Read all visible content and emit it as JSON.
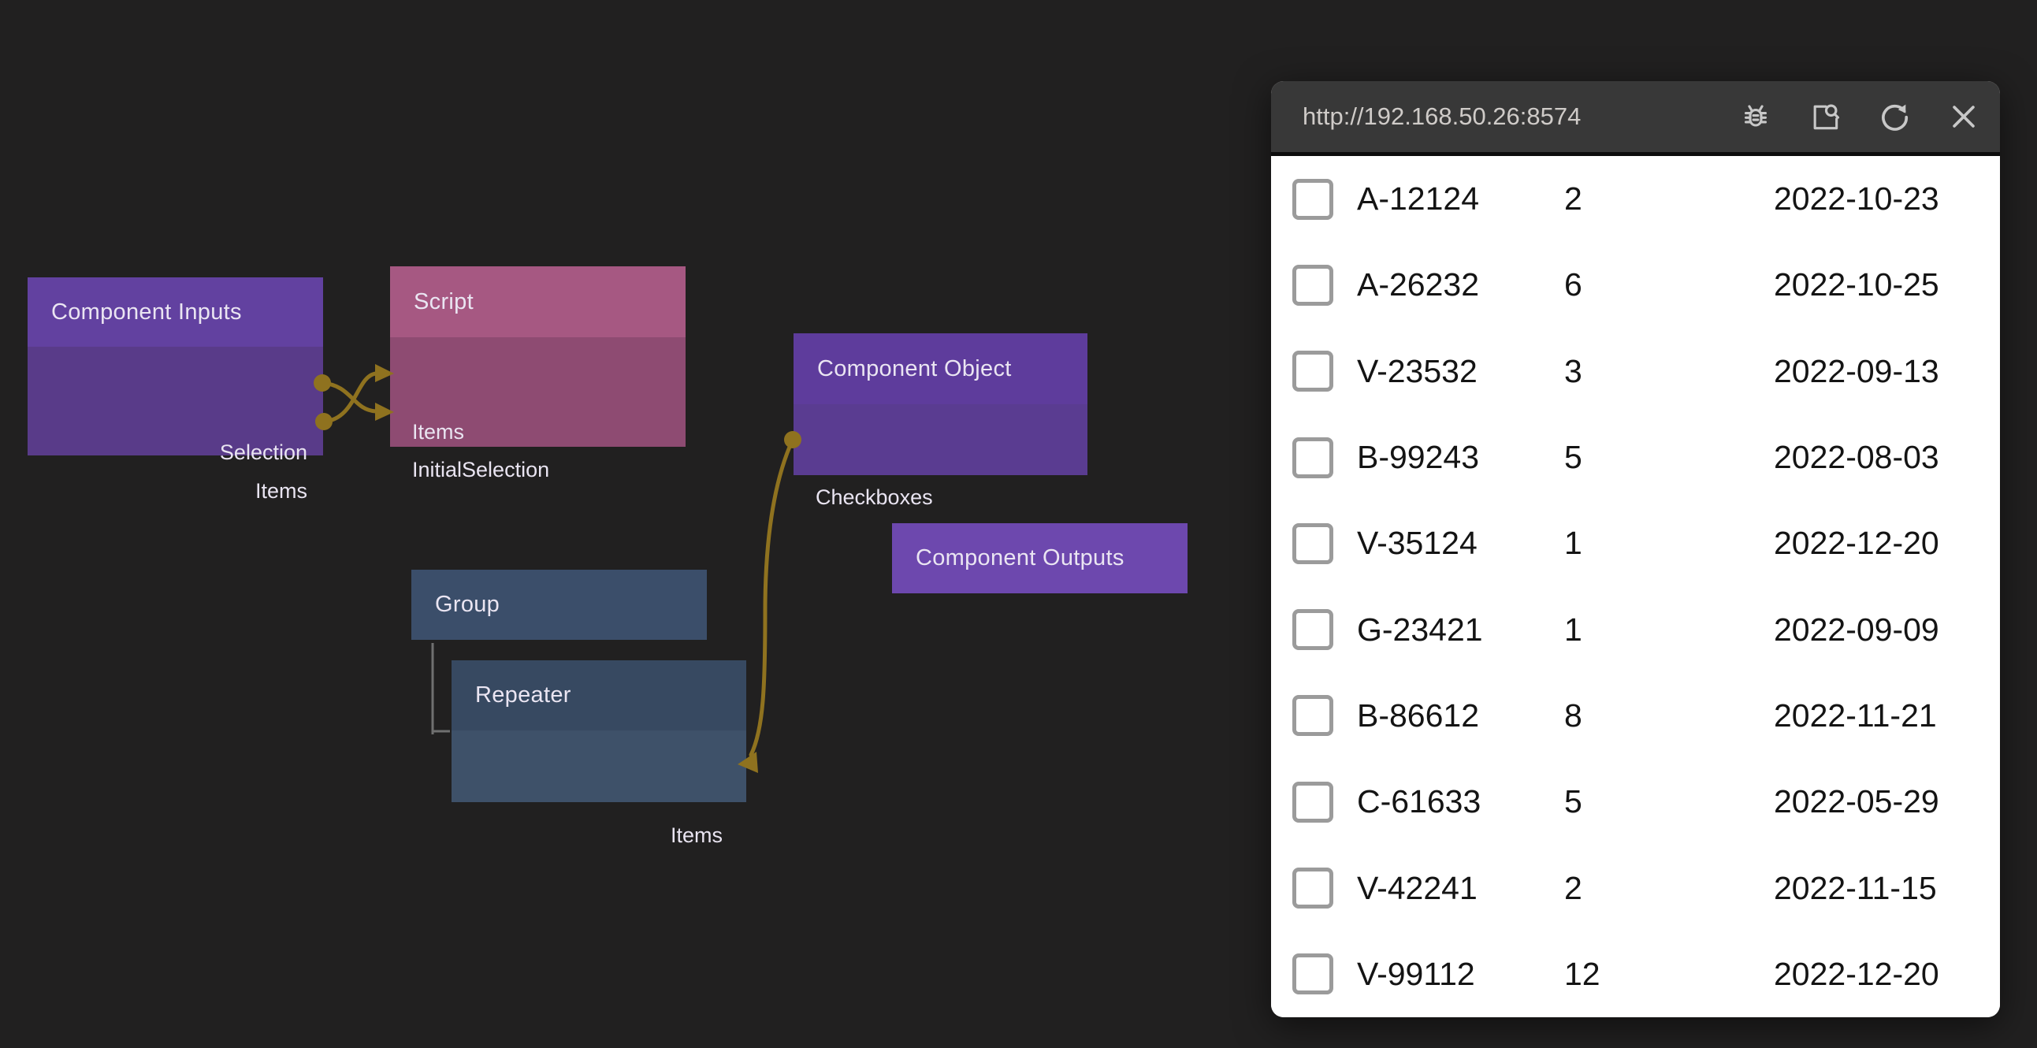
{
  "canvas": {
    "background_color": "#212020",
    "wire_color": "#8f721f",
    "nodes": [
      {
        "title": "Component Inputs",
        "title_color": "#6241a0",
        "body_color": "#593b89",
        "ports": [
          {
            "name": "Selection"
          },
          {
            "name": "Items"
          }
        ]
      },
      {
        "title": "Script",
        "title_color": "#a65882",
        "body_color": "#8e4b72",
        "ports": [
          {
            "name": "Items"
          },
          {
            "name": "InitialSelection"
          }
        ]
      },
      {
        "title": "Component Object",
        "title_color": "#5e3c9c",
        "body_color": "#5a3c91",
        "ports": [
          {
            "name": "Checkboxes"
          }
        ]
      },
      {
        "title": "Component Outputs",
        "title_color": "#6d48ae",
        "body_color": "",
        "ports": []
      },
      {
        "title": "Group",
        "title_color": "#3b4e6a",
        "body_color": "",
        "ports": []
      },
      {
        "title": "Repeater",
        "title_color": "#374961",
        "body_color": "#3e5169",
        "ports": [
          {
            "name": "Items"
          }
        ]
      }
    ],
    "connections": [
      {
        "from": "Component Inputs.Selection",
        "to": "Script.InitialSelection"
      },
      {
        "from": "Component Inputs.Items",
        "to": "Script.Items"
      },
      {
        "from": "Component Object.Checkboxes",
        "to": "Repeater.Items"
      }
    ]
  },
  "preview": {
    "url": "http://192.168.50.26:8574",
    "toolbar": [
      {
        "icon": "debug-icon"
      },
      {
        "icon": "open-preview-icon"
      },
      {
        "icon": "refresh-icon"
      },
      {
        "icon": "close-icon"
      }
    ],
    "rows": [
      {
        "id": "A-12124",
        "qty": "2",
        "date": "2022-10-23"
      },
      {
        "id": "A-26232",
        "qty": "6",
        "date": "2022-10-25"
      },
      {
        "id": "V-23532",
        "qty": "3",
        "date": "2022-09-13"
      },
      {
        "id": "B-99243",
        "qty": "5",
        "date": "2022-08-03"
      },
      {
        "id": "V-35124",
        "qty": "1",
        "date": "2022-12-20"
      },
      {
        "id": "G-23421",
        "qty": "1",
        "date": "2022-09-09"
      },
      {
        "id": "B-86612",
        "qty": "8",
        "date": "2022-11-21"
      },
      {
        "id": "C-61633",
        "qty": "5",
        "date": "2022-05-29"
      },
      {
        "id": "V-42241",
        "qty": "2",
        "date": "2022-11-15"
      },
      {
        "id": "V-99112",
        "qty": "12",
        "date": "2022-12-20"
      }
    ]
  }
}
